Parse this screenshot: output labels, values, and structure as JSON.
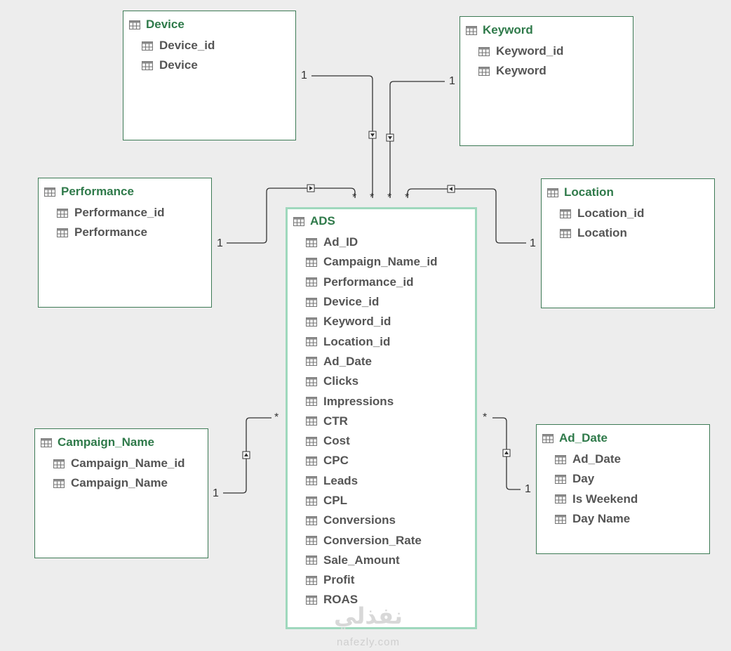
{
  "tables": [
    {
      "id": "device",
      "name": "Device",
      "fields": [
        "Device_id",
        "Device"
      ]
    },
    {
      "id": "keyword",
      "name": "Keyword",
      "fields": [
        "Keyword_id",
        "Keyword"
      ]
    },
    {
      "id": "performance",
      "name": "Performance",
      "fields": [
        "Performance_id",
        "Performance"
      ]
    },
    {
      "id": "location",
      "name": "Location",
      "fields": [
        "Location_id",
        "Location"
      ]
    },
    {
      "id": "ads",
      "name": "ADS",
      "fields": [
        "Ad_ID",
        "Campaign_Name_id",
        "Performance_id",
        "Device_id",
        "Keyword_id",
        "Location_id",
        "Ad_Date",
        "Clicks",
        "Impressions",
        "CTR",
        "Cost",
        "CPC",
        "Leads",
        "CPL",
        "Conversions",
        "Conversion_Rate",
        "Sale_Amount",
        "Profit",
        "ROAS"
      ]
    },
    {
      "id": "campaign",
      "name": "Campaign_Name",
      "fields": [
        "Campaign_Name_id",
        "Campaign_Name"
      ]
    },
    {
      "id": "addate",
      "name": "Ad_Date",
      "fields": [
        "Ad_Date",
        "Day",
        "Is Weekend",
        "Day Name"
      ]
    }
  ],
  "relationships": [
    {
      "from": "device",
      "to": "ads",
      "one": "1",
      "many": "*"
    },
    {
      "from": "keyword",
      "to": "ads",
      "one": "1",
      "many": "*"
    },
    {
      "from": "performance",
      "to": "ads",
      "one": "1",
      "many": "*"
    },
    {
      "from": "location",
      "to": "ads",
      "one": "1",
      "many": "*"
    },
    {
      "from": "campaign",
      "to": "ads",
      "one": "1",
      "many": "*"
    },
    {
      "from": "addate",
      "to": "ads",
      "one": "1",
      "many": "*"
    }
  ],
  "watermark": {
    "arabic": "نفذلي",
    "latin": "nafezly.com"
  },
  "colors": {
    "title": "#2f7a4a",
    "border": "#3d7a55",
    "fact_border": "#9fd8bd",
    "field_text": "#555555",
    "line": "#333333",
    "background": "#ededed"
  },
  "icons": {
    "table": "table-icon",
    "column": "column-icon",
    "filter_arrow": "cross-filter-arrow-icon"
  }
}
